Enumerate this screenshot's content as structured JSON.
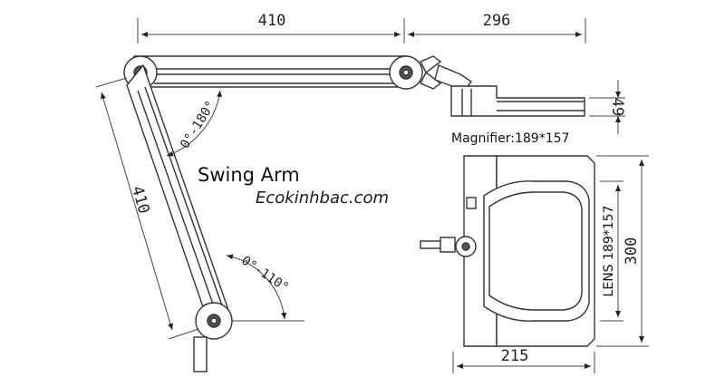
{
  "dimensions": {
    "arm_upper_length": "410",
    "head_length": "296",
    "arm_lower_length": "410",
    "head_height": "49",
    "lens_housing_height": "300",
    "lens_housing_width": "215"
  },
  "labels": {
    "magnifier": "Magnifier:189*157",
    "lens": "LENS 189*157",
    "swing_arm": "Swing Arm",
    "watermark": "Ecokinhbac.com"
  },
  "angles": {
    "upper_joint": "0°-180°",
    "lower_joint": "0°-110°"
  }
}
